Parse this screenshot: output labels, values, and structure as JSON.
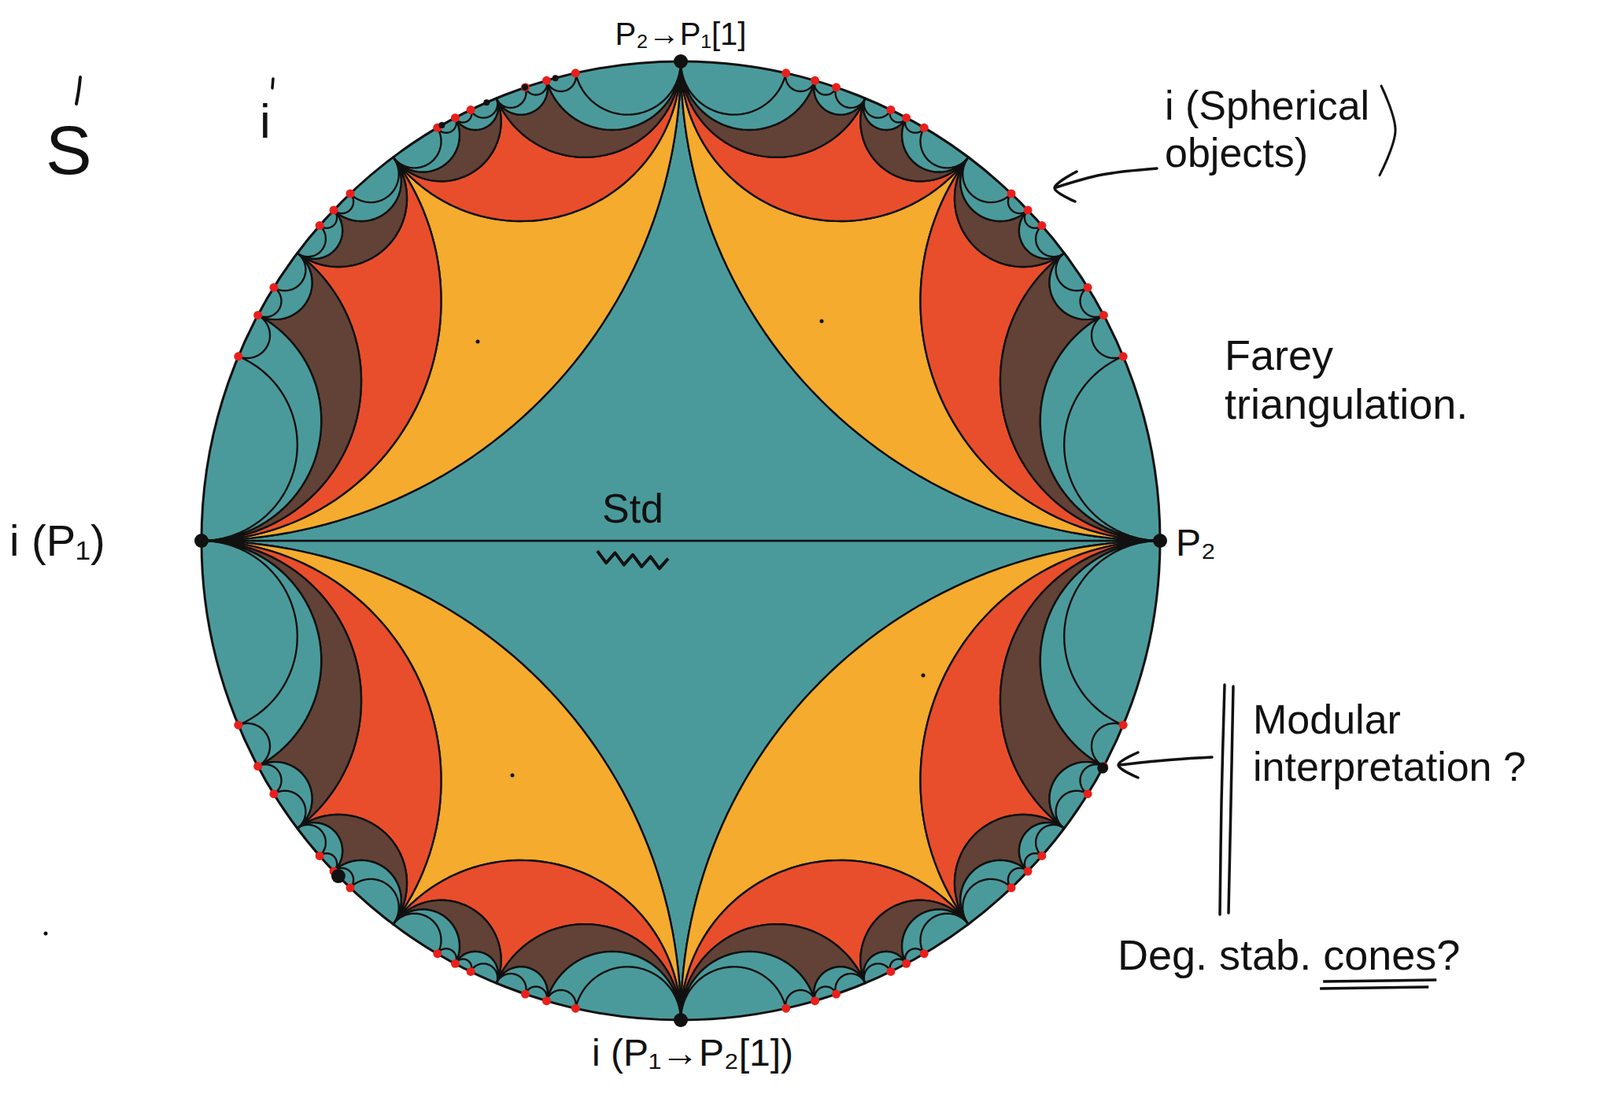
{
  "diagram": {
    "labels": [
      "S",
      "i",
      "P₂→P₁[1]",
      "i (Spherical objects)",
      "Farey triangulation.",
      "i (P₁)",
      "Std",
      "P₂",
      "Modular interpretation ?",
      "Deg. stab. cones?",
      "i (P₁→P₂[1])"
    ]
  }
}
